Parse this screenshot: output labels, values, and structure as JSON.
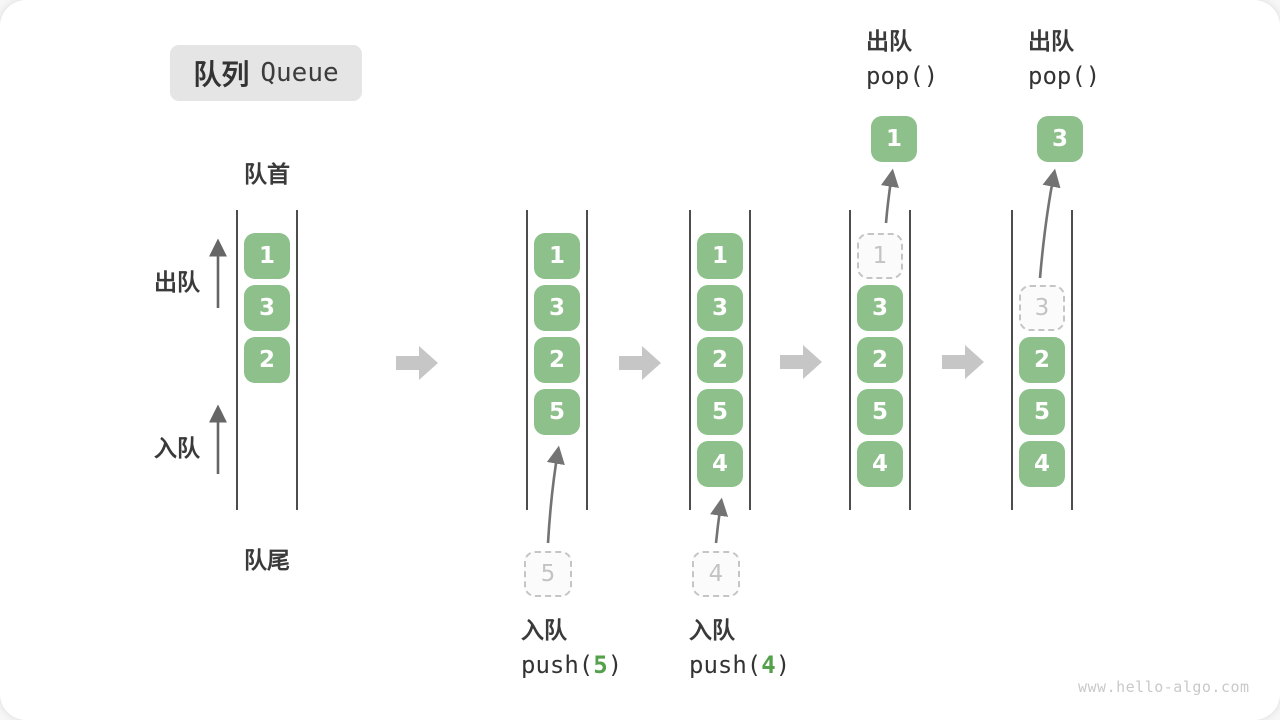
{
  "title": {
    "zh": "队列",
    "en": "Queue"
  },
  "labels": {
    "front": "队首",
    "rear": "队尾",
    "dequeue": "出队",
    "enqueue": "入队"
  },
  "stages": [
    {
      "cells": [
        "1",
        "3",
        "2"
      ]
    },
    {
      "cells": [
        "1",
        "3",
        "2",
        "5"
      ]
    },
    {
      "cells": [
        "1",
        "3",
        "2",
        "5",
        "4"
      ]
    },
    {
      "cells": [
        "1",
        "3",
        "2",
        "5",
        "4"
      ]
    },
    {
      "cells": [
        "3",
        "2",
        "5",
        "4"
      ]
    }
  ],
  "enqueue_steps": [
    {
      "label": "入队",
      "fn_open": "push(",
      "arg": "5",
      "fn_close": ")",
      "incoming": "5"
    },
    {
      "label": "入队",
      "fn_open": "push(",
      "arg": "4",
      "fn_close": ")",
      "incoming": "4"
    }
  ],
  "dequeue_steps": [
    {
      "label": "出队",
      "code": "pop()",
      "popped": "1"
    },
    {
      "label": "出队",
      "code": "pop()",
      "popped": "3"
    }
  ],
  "colors": {
    "box_green": "#8dc08a",
    "accent_green": "#55a04a",
    "text_dark": "#3a3a3a",
    "dashed_gray": "#c5c5c5",
    "block_arrow_gray": "#c6c6c6",
    "line_dark": "#4d4d4d"
  },
  "watermark": "www.hello-algo.com"
}
